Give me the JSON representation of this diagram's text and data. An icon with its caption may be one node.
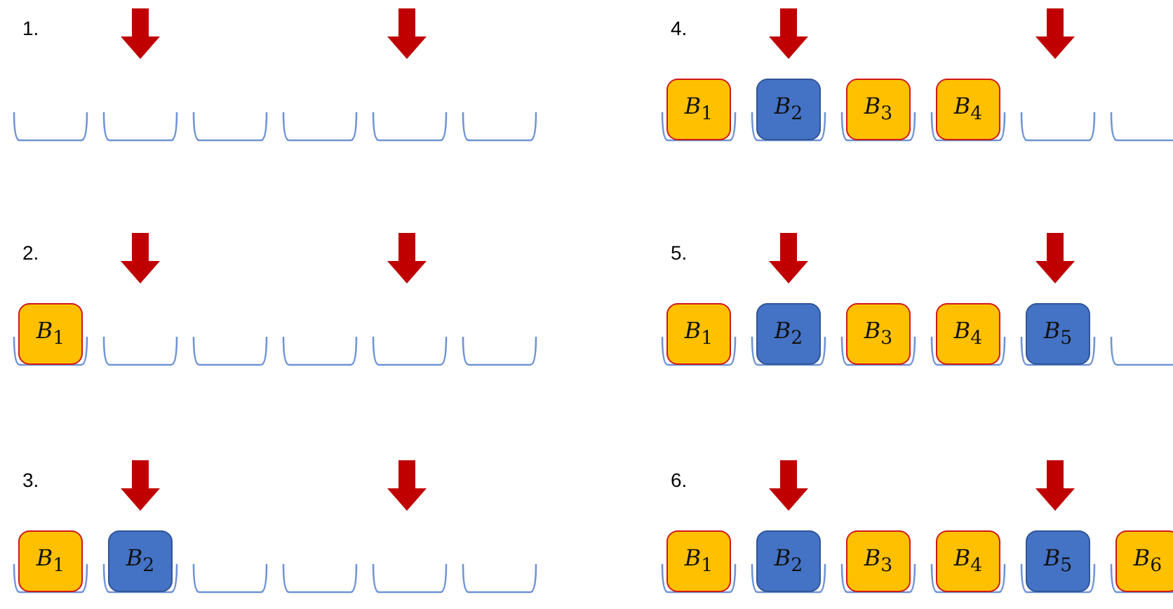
{
  "diagram": {
    "nodes": [
      {
        "text": [
          "*B*$_{1}$"
        ]
      },
      {
        "text": [
          "*B*$_{1}$"
        ]
      },
      {
        "text": [
          "*B*$_{2}$"
        ]
      },
      {
        "text": [
          "*B*$_{1}$"
        ]
      },
      {
        "text": [
          "*B*$_{2}$"
        ]
      },
      {
        "text": [
          "*B*$_{3}$"
        ]
      },
      {
        "text": [
          "*B*$_{4}$"
        ]
      },
      {
        "text": [
          "*B*$_{1}$"
        ]
      },
      {
        "text": [
          "*B*$_{2}$"
        ]
      },
      {
        "text": [
          "*B*$_{3}$"
        ]
      },
      {
        "text": [
          "*B*$_{4}$"
        ]
      },
      {
        "text": [
          "*B*$_{5}$"
        ]
      },
      {
        "text": [
          "*B*$_{1}$"
        ]
      },
      {
        "text": [
          "*B*$_{2}$"
        ]
      },
      {
        "text": [
          "*B*$_{3}$"
        ]
      },
      {
        "text": [
          "*B*$_{4}$"
        ]
      },
      {
        "text": [
          "*B*$_{5}$"
        ]
      },
      {
        "text": [
          "*B*$_{6}$"
        ]
      }
    ],
    "labels": [
      "1.",
      "2.",
      "3.",
      "4.",
      "5.",
      "6."
    ]
  }
}
